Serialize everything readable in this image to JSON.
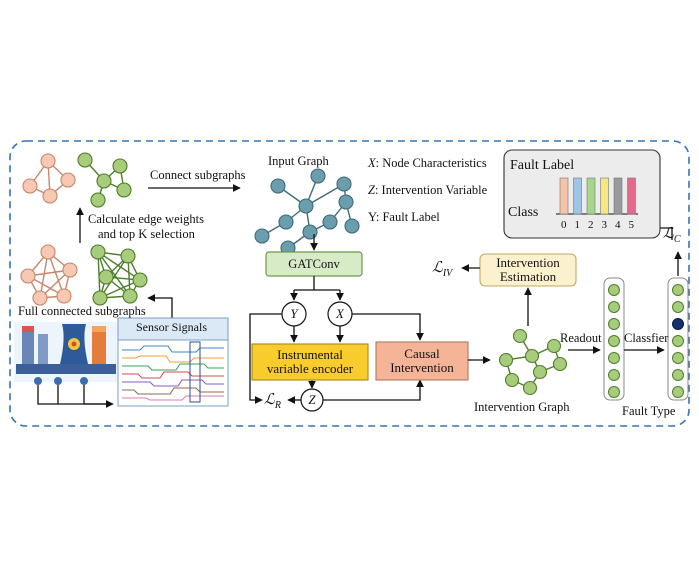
{
  "colors": {
    "frame": "#3a72b0",
    "node_orange_fill": "#f7c9b4",
    "node_orange_stroke": "#c6876b",
    "node_green_fill": "#a6cc7c",
    "node_green_stroke": "#4e7d2c",
    "node_blue_fill": "#6a9ead",
    "node_blue_stroke": "#3f6c7a",
    "gatconv_fill": "#d8ebc7",
    "gatconv_stroke": "#6a9a4c",
    "encoder_fill": "#f9cc2e",
    "causal_fill": "#f5b497",
    "estimation_fill": "#fbf1cc",
    "fault_panel_fill": "#ececec",
    "bar_colors": [
      "#f5c3a6",
      "#9dc5e6",
      "#a5d68a",
      "#f5e680",
      "#9a9a9a",
      "#e26a8b"
    ],
    "classifier_highlight": "#16306b"
  },
  "labels": {
    "connect_subgraphs": "Connect subgraphs",
    "calc_edge_line1": "Calculate edge weights",
    "calc_edge_line2": "and top K selection",
    "full_connected": "Full connected  subgraphs",
    "sensor_signals": "Sensor Signals",
    "input_graph": "Input Graph",
    "x_sym": "X",
    "x_desc": ": Node Characteristics",
    "z_sym": "Z",
    "z_desc": ": Intervention Variable",
    "y_desc": "Y: Fault Label",
    "gatconv": "GATConv",
    "node_y": "Y",
    "node_x": "X",
    "node_z": "Z",
    "encoder_line1": "Instrumental",
    "encoder_line2": "variable encoder",
    "causal_line1": "Causal",
    "causal_line2": "Intervention",
    "loss_r": "ℒ",
    "loss_r_sub": "R",
    "loss_iv": "ℒ",
    "loss_iv_sub": "IV",
    "loss_c": "ℒ",
    "loss_c_sub": "C",
    "estimation_line1": "Intervention",
    "estimation_line2": "Estimation",
    "intervention_graph": "Intervention Graph",
    "readout": "Readout",
    "classifier": "Classfier",
    "fault_type": "Fault Type",
    "fault_label": "Fault Label",
    "class": "Class",
    "class_ticks": [
      "0",
      "1",
      "2",
      "3",
      "4",
      "5"
    ]
  }
}
